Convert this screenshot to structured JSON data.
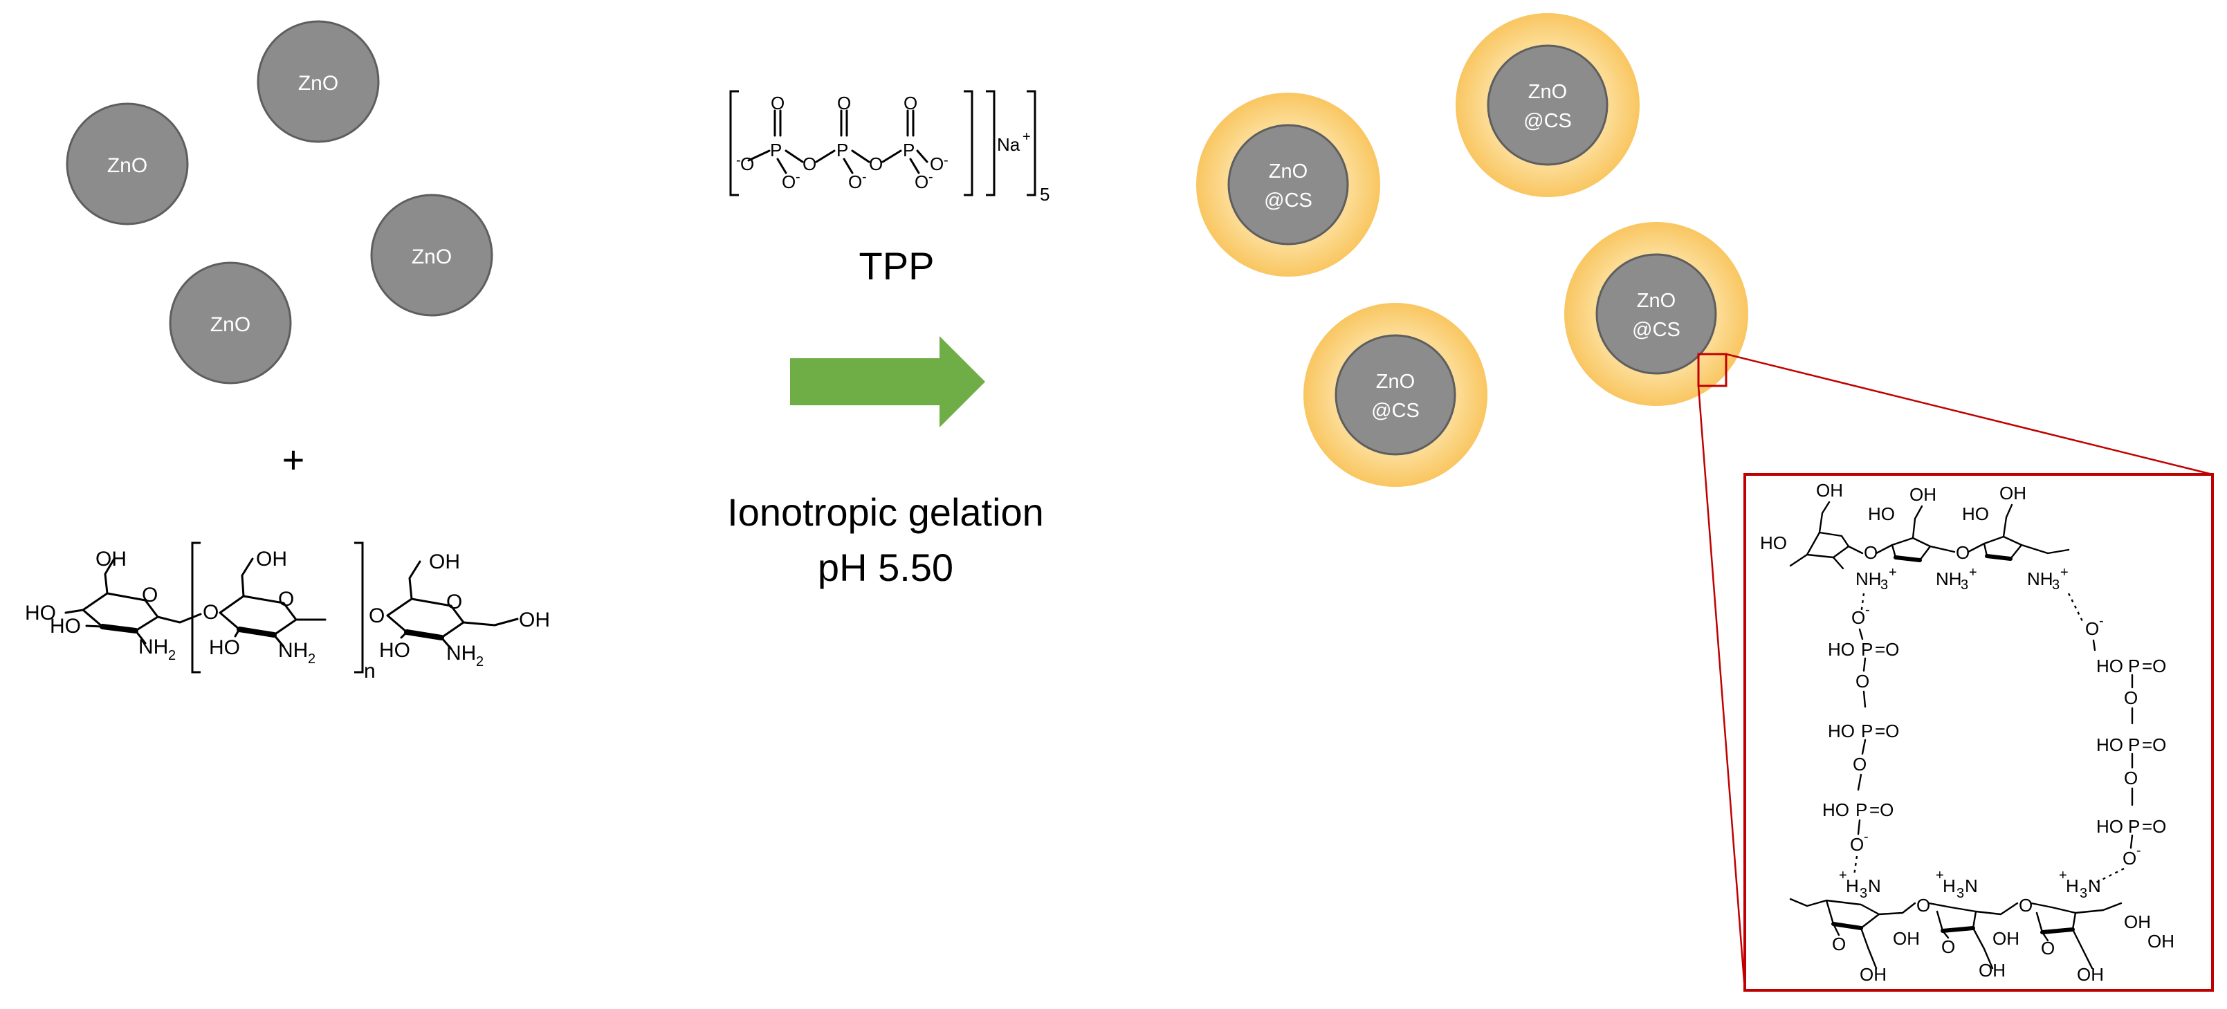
{
  "particles": {
    "zno_label": "ZnO",
    "zno_cs_line1": "ZnO",
    "zno_cs_line2": "@CS"
  },
  "plus_sign": "+",
  "chitosan": {
    "oh": "OH",
    "ho": "HO",
    "o": "O",
    "nh2": "NH",
    "nh2_sub": "2",
    "repeat": "n"
  },
  "tpp": {
    "label": "TPP",
    "o": "O",
    "p": "P",
    "o_minus": "O",
    "minus": "-",
    "na": "Na",
    "plus": "+",
    "count": "5"
  },
  "reaction": {
    "line1": "Ionotropic gelation",
    "line2": "pH 5.50"
  },
  "inset": {
    "oh": "OH",
    "ho": "HO",
    "nh3": "NH",
    "h3n": "H",
    "n": "N",
    "three": "3",
    "plus": "+",
    "o": "O",
    "o_minus": "O",
    "minus": "-",
    "hop": "HO",
    "p": "P",
    "eq_o": "=O"
  },
  "colors": {
    "core": "#8c8c8c",
    "shell": "#fcd588",
    "arrow": "#6fad46",
    "inset_border": "#c00000"
  }
}
